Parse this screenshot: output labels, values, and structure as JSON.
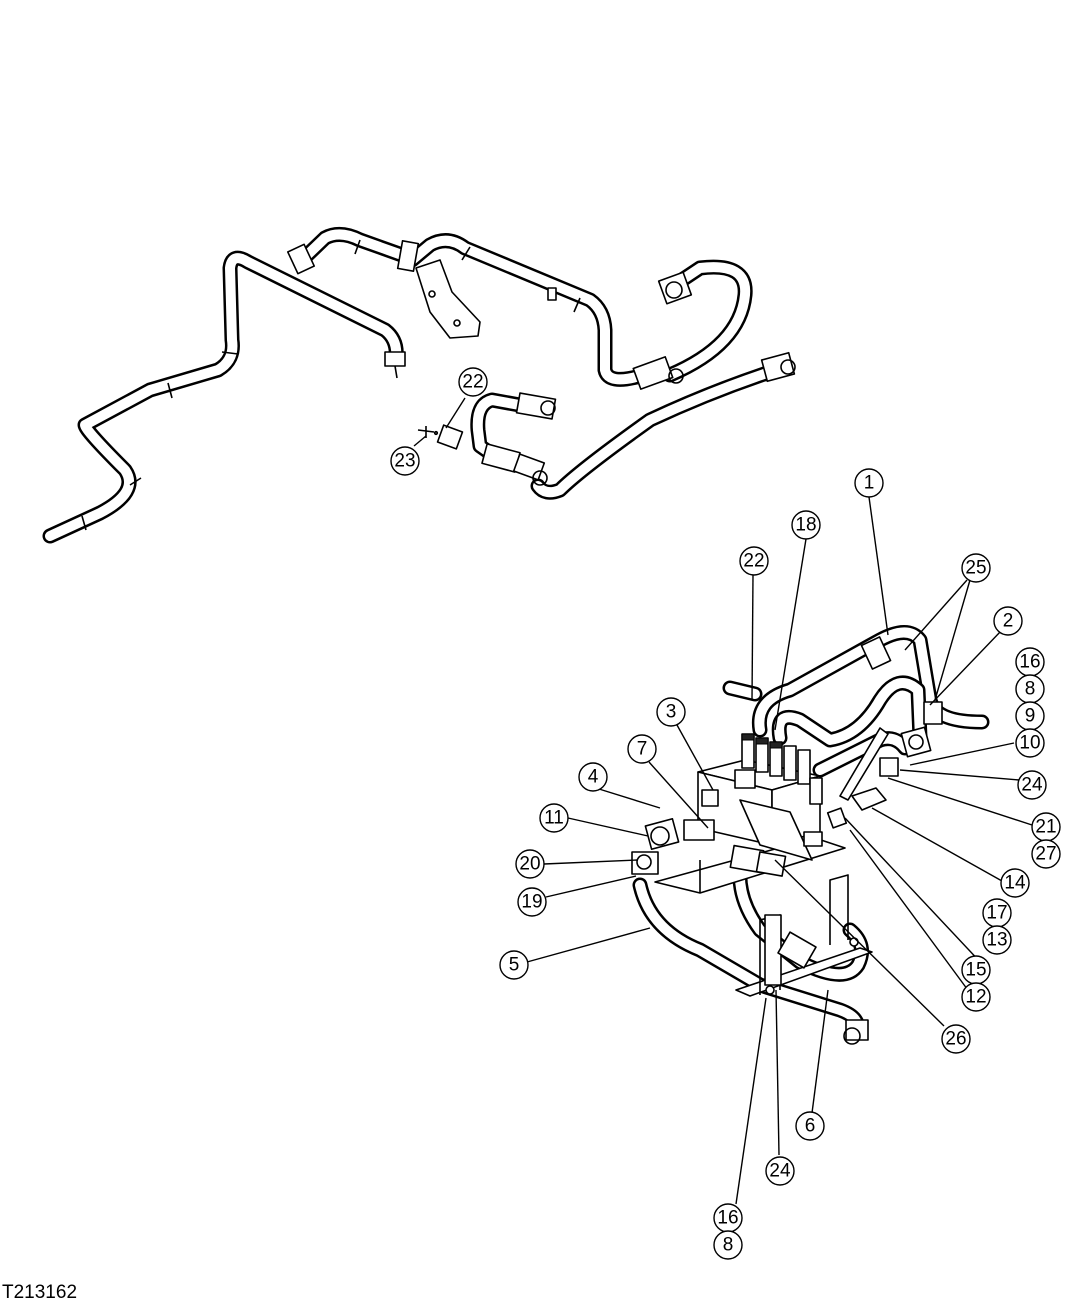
{
  "figure_code": "T213162",
  "callouts": {
    "c1": "1",
    "c2": "2",
    "c3": "3",
    "c4": "4",
    "c5": "5",
    "c6": "6",
    "c7": "7",
    "c8a": "8",
    "c8b": "8",
    "c9": "9",
    "c10": "10",
    "c11": "11",
    "c12": "12",
    "c13": "13",
    "c14": "14",
    "c15": "15",
    "c16a": "16",
    "c16b": "16",
    "c17": "17",
    "c18": "18",
    "c19": "19",
    "c20": "20",
    "c21": "21",
    "c22a": "22",
    "c22b": "22",
    "c23": "23",
    "c24a": "24",
    "c24b": "24",
    "c25": "25",
    "c26": "26",
    "c27": "27"
  }
}
